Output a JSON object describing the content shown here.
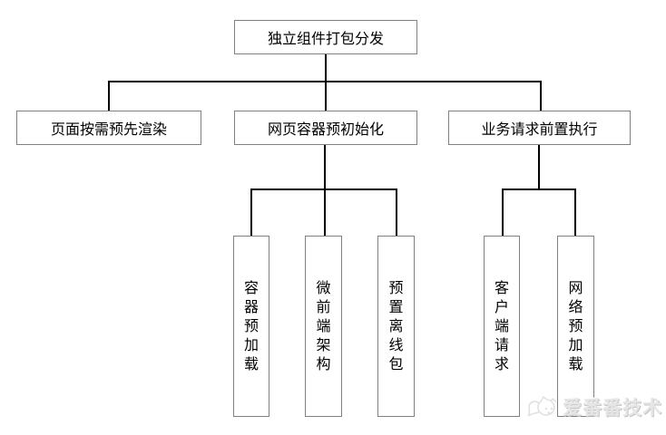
{
  "diagram": {
    "root": {
      "label": "独立组件打包分发"
    },
    "branches": [
      {
        "label": "页面按需预先渲染"
      },
      {
        "label": "网页容器预初始化"
      },
      {
        "label": "业务请求前置执行"
      }
    ],
    "leaves": [
      {
        "label": "容器预加载"
      },
      {
        "label": "微前端架构"
      },
      {
        "label": "预置离线包"
      },
      {
        "label": "客户端请求"
      },
      {
        "label": "网络预加载"
      }
    ]
  },
  "watermark": {
    "brand": "爱番番技术",
    "logo_icon": "cat-mascot-icon"
  },
  "colors": {
    "background": "#ffffff",
    "box_border": "#808080",
    "connector": "#000000",
    "watermark_text": "#e6e6e6"
  }
}
